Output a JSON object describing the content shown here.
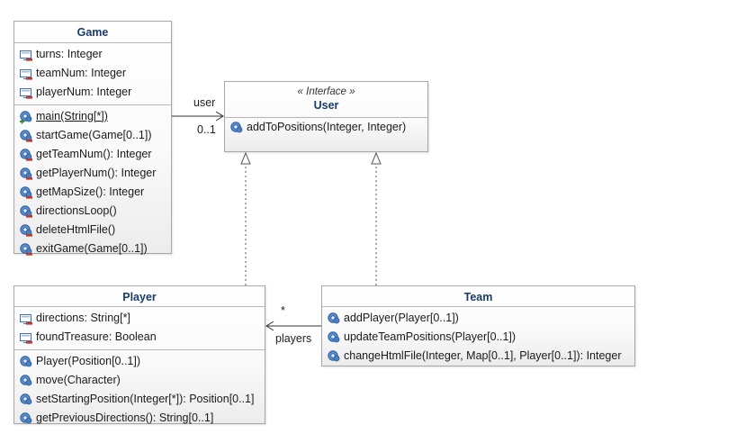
{
  "classes": {
    "game": {
      "name": "Game",
      "attributes": [
        {
          "text": "turns: Integer",
          "icon": "private-attribute-icon"
        },
        {
          "text": "teamNum: Integer",
          "icon": "private-attribute-icon"
        },
        {
          "text": "playerNum: Integer",
          "icon": "private-attribute-icon"
        }
      ],
      "operations": [
        {
          "text": "main(String[*])",
          "icon": "public-static-operation-icon"
        },
        {
          "text": "startGame(Game[0..1])",
          "icon": "private-operation-icon"
        },
        {
          "text": "getTeamNum(): Integer",
          "icon": "private-operation-icon"
        },
        {
          "text": "getPlayerNum(): Integer",
          "icon": "private-operation-icon"
        },
        {
          "text": "getMapSize(): Integer",
          "icon": "private-operation-icon"
        },
        {
          "text": "directionsLoop()",
          "icon": "private-operation-icon"
        },
        {
          "text": "deleteHtmlFile()",
          "icon": "private-operation-icon"
        },
        {
          "text": "exitGame(Game[0..1])",
          "icon": "private-operation-icon"
        }
      ]
    },
    "user": {
      "stereotype": "« Interface »",
      "name": "User",
      "operations": [
        {
          "text": "addToPositions(Integer, Integer)",
          "icon": "public-operation-icon"
        }
      ]
    },
    "player": {
      "name": "Player",
      "attributes": [
        {
          "text": "directions: String[*]",
          "icon": "private-attribute-icon"
        },
        {
          "text": "foundTreasure: Boolean",
          "icon": "private-attribute-icon"
        }
      ],
      "operations": [
        {
          "text": "Player(Position[0..1])",
          "icon": "public-operation-icon"
        },
        {
          "text": "move(Character)",
          "icon": "public-operation-icon"
        },
        {
          "text": "setStartingPosition(Integer[*]): Position[0..1]",
          "icon": "public-operation-icon"
        },
        {
          "text": "getPreviousDirections(): String[0..1]",
          "icon": "public-operation-icon"
        }
      ]
    },
    "team": {
      "name": "Team",
      "operations": [
        {
          "text": "addPlayer(Player[0..1])",
          "icon": "public-operation-icon"
        },
        {
          "text": "updateTeamPositions(Player[0..1])",
          "icon": "public-operation-icon"
        },
        {
          "text": "changeHtmlFile(Integer, Map[0..1], Player[0..1]): Integer",
          "icon": "public-operation-icon"
        }
      ]
    }
  },
  "associations": {
    "game_user": {
      "role": "user",
      "multiplicity": "0..1"
    },
    "team_player": {
      "role": "players",
      "multiplicity": "*"
    }
  },
  "colors": {
    "class_name": "#173b6b",
    "border": "#a8a8a8",
    "private_marker": "#c0392b",
    "static_marker": "#2e8b2e"
  }
}
